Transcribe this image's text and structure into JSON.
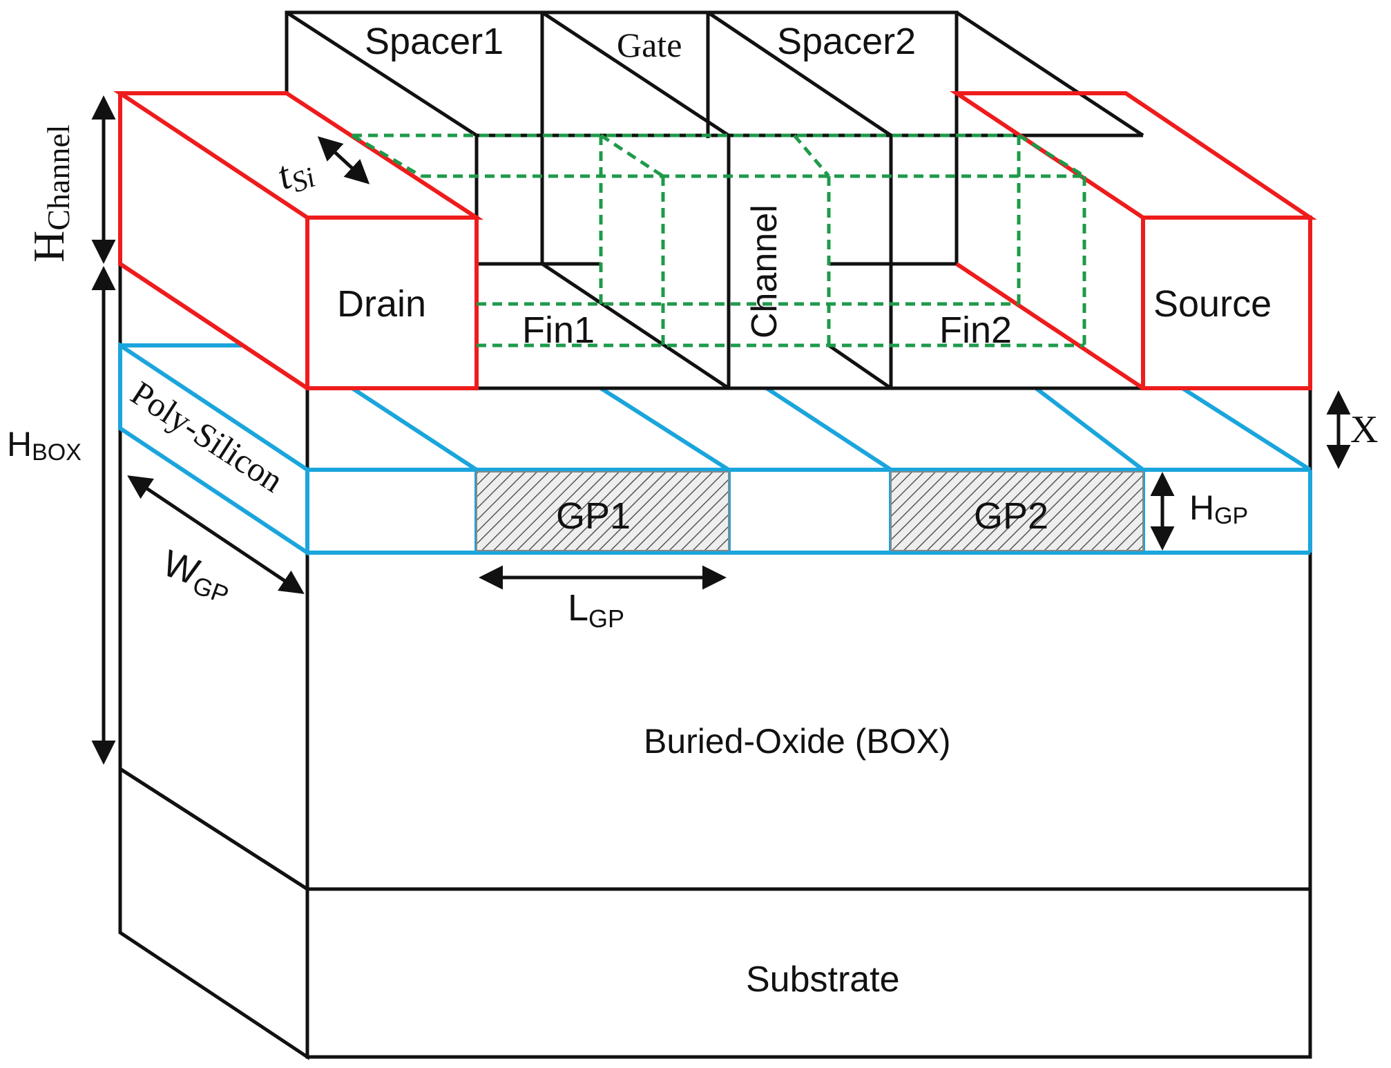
{
  "colors": {
    "outline": "#111111",
    "source_drain": "#ee1c1c",
    "ground_plane": "#1aa5dc",
    "channel": "#1e9a4a",
    "hatch": "#555555"
  },
  "labels": {
    "spacer1": "Spacer1",
    "gate": "Gate",
    "spacer2": "Spacer2",
    "drain": "Drain",
    "source": "Source",
    "fin1": "Fin1",
    "fin2": "Fin2",
    "channel": "Channel",
    "poly_silicon": "Poly-Silicon",
    "gp1": "GP1",
    "gp2": "GP2",
    "box": "Buried-Oxide (BOX)",
    "substrate": "Substrate"
  },
  "dimensions": {
    "h_channel": {
      "main": "H",
      "sub": "Channel"
    },
    "t_si": {
      "main": "t",
      "sub": "Si"
    },
    "h_box": {
      "main": "H",
      "sub": "BOX"
    },
    "w_gp": {
      "main": "W",
      "sub": "GP"
    },
    "l_gp": {
      "main": "L",
      "sub": "GP"
    },
    "h_gp": {
      "main": "H",
      "sub": "GP"
    },
    "x": "X"
  }
}
